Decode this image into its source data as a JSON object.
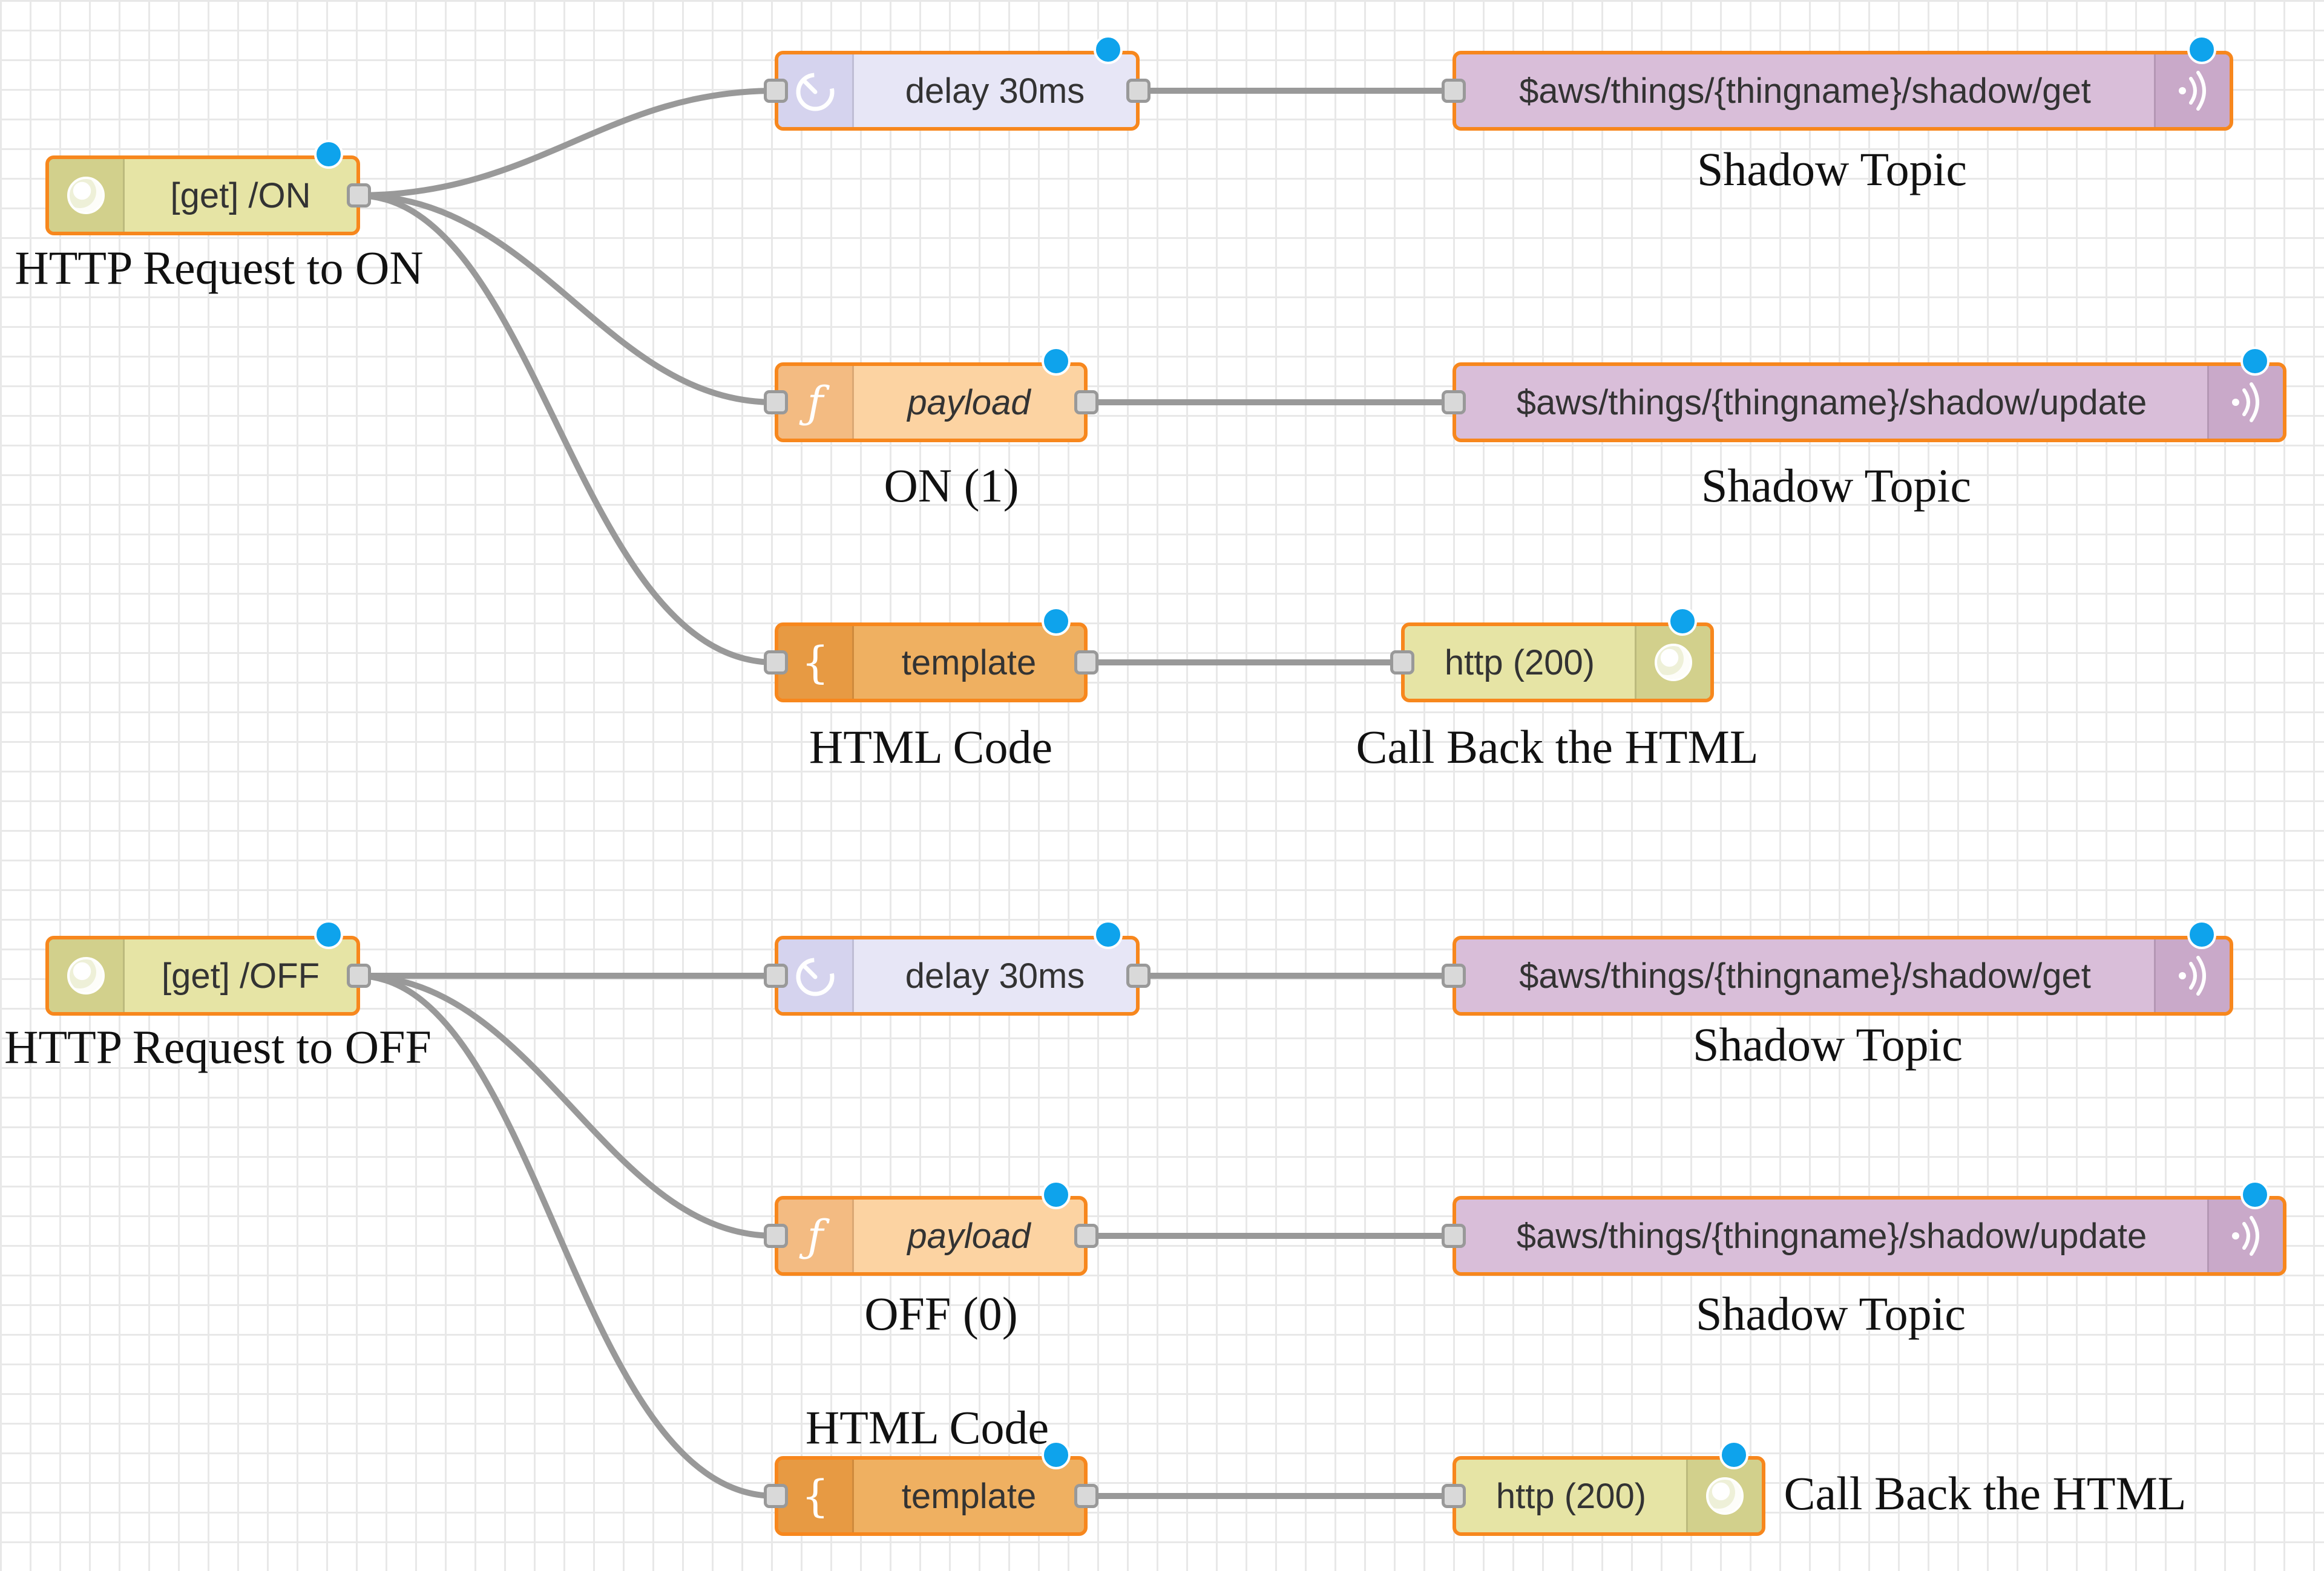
{
  "colors": {
    "http_node": "#e6e4a5",
    "http_icon": "#d2d08c",
    "delay_node": "#e7e6f6",
    "delay_icon": "#d5d3ee",
    "function_node": "#fcd3a2",
    "function_icon": "#f3bb82",
    "template_node": "#efb061",
    "template_icon": "#e79a43",
    "mqtt_node": "#d9bed9",
    "mqtt_icon": "#c9a9c9",
    "node_border": "#f7871d",
    "status_dot": "#0ea3ec",
    "wire": "#999999"
  },
  "icons": {
    "http": "globe-icon",
    "delay": "timer-icon",
    "function": "function-icon",
    "template": "brace-icon",
    "mqtt": "wireless-icon"
  },
  "flow_on": {
    "http_in": {
      "label": "[get] /ON",
      "caption": "HTTP Request to ON"
    },
    "delay": {
      "label": "delay 30ms"
    },
    "shadow_get": {
      "label": "$aws/things/{thingname}/shadow/get",
      "caption": "Shadow Topic"
    },
    "function": {
      "label": "payload",
      "caption": "ON (1)"
    },
    "shadow_update": {
      "label": "$aws/things/{thingname}/shadow/update",
      "caption": "Shadow Topic"
    },
    "template": {
      "label": "template",
      "caption": "HTML Code"
    },
    "http_response": {
      "label": "http (200)",
      "caption": "Call Back the HTML"
    }
  },
  "flow_off": {
    "http_in": {
      "label": "[get] /OFF",
      "caption": "HTTP Request to OFF"
    },
    "delay": {
      "label": "delay 30ms"
    },
    "shadow_get": {
      "label": "$aws/things/{thingname}/shadow/get",
      "caption": "Shadow Topic"
    },
    "function": {
      "label": "payload",
      "caption": "OFF (0)"
    },
    "shadow_update": {
      "label": "$aws/things/{thingname}/shadow/update",
      "caption": "Shadow Topic"
    },
    "template": {
      "label": "template",
      "caption": "HTML Code"
    },
    "http_response": {
      "label": "http (200)",
      "caption": "Call Back the HTML"
    }
  }
}
